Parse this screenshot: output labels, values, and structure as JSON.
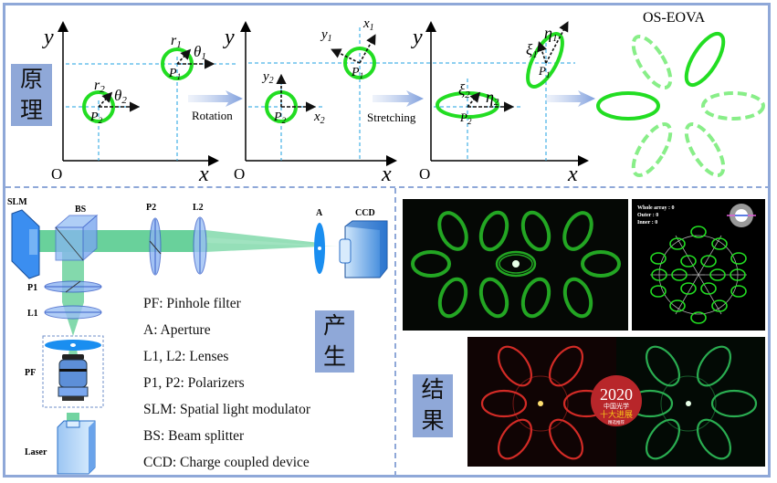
{
  "sections": {
    "principle": {
      "label_line1": "原",
      "label_line2": "理"
    },
    "generation": {
      "label_line1": "产",
      "label_line2": "生"
    },
    "results": {
      "label_line1": "结",
      "label_line2": "果"
    }
  },
  "principle_panel": {
    "axis_y": "y",
    "axis_x": "x",
    "origin": "O",
    "step1": {
      "r1": "r",
      "r1_sub": "1",
      "theta1": "θ",
      "theta1_sub": "1",
      "p1": "P",
      "p1_sub": "1",
      "r2": "r",
      "r2_sub": "2",
      "theta2": "θ",
      "theta2_sub": "2",
      "p2": "P",
      "p2_sub": "2"
    },
    "arrow1_label": "Rotation",
    "step2": {
      "x1": "x",
      "x1_sub": "1",
      "y1": "y",
      "y1_sub": "1",
      "p1": "P",
      "p1_sub": "1",
      "y2": "y",
      "y2_sub": "2",
      "x2": "x",
      "x2_sub": "2",
      "p2": "P",
      "p2_sub": "2"
    },
    "arrow2_label": "Stretching",
    "step3": {
      "eta1": "η",
      "eta1_sub": "1",
      "xi1": "ξ",
      "xi1_sub": "1",
      "p1": "P",
      "p1_sub": "1",
      "xi2": "ξ",
      "xi2_sub": "2",
      "eta2": "η",
      "eta2_sub": "2",
      "p2": "P",
      "p2_sub": "2"
    },
    "result_title": "OS-EOVA"
  },
  "setup": {
    "components": {
      "slm": "SLM",
      "bs": "BS",
      "p2": "P2",
      "l2": "L2",
      "a": "A",
      "ccd": "CCD",
      "p1": "P1",
      "l1": "L1",
      "pf": "PF",
      "laser": "Laser"
    },
    "legend": [
      "PF: Pinhole filter",
      "A: Aperture",
      "L1, L2: Lenses",
      "P1, P2: Polarizers",
      "SLM: Spatial light modulator",
      "BS: Beam splitter",
      "CCD: Charge coupled device"
    ]
  },
  "results_panel": {
    "hud": {
      "whole_array": "Whole array : 0",
      "outer": "Outer : 0",
      "inner": "Inner : 0"
    },
    "badge": {
      "year": "2020",
      "line1": "中国光学",
      "line2": "十大进展",
      "line3": "精选推荐"
    }
  },
  "colors": {
    "accent_tag": "#8fa8d8",
    "ring_green": "#22dd22",
    "ring_light_green": "#88ee88",
    "guide_blue": "#1ea0e0",
    "arrow_blue": "#8faee0",
    "beam_green": "#4fc989",
    "optic_blue": "#3b8ef0",
    "red_ring": "#e8302a"
  }
}
